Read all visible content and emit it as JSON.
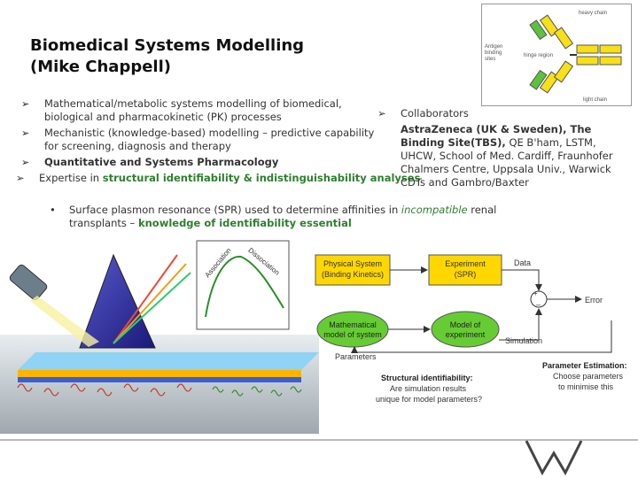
{
  "title": {
    "line1": "Biomedical Systems Modelling",
    "line2": "(Mike Chappell)"
  },
  "bullets": [
    {
      "text": "Mathematical/metabolic systems modelling of biomedical, biological and pharmacokinetic (PK) processes"
    },
    {
      "text_plain": "Mechanistic (knowledge-based) modelling ",
      "text_green": "",
      "text_tail": "– predictive capability for screening, diagnosis and therapy"
    },
    {
      "text": "Quantitative and Systems Pharmacology"
    }
  ],
  "expertise": {
    "pre": "Expertise in ",
    "highlight": "structural identifiability & indistinguishability analyses",
    "sub_pre": "Surface plasmon resonance (SPR) used to determine affinities in ",
    "sub_ital": "incompatible",
    "sub_mid": " renal transplants – ",
    "sub_bold": "knowledge of identifiability essential"
  },
  "collaborators": {
    "heading": "Collaborators",
    "bold_part": "AstraZeneca (UK & Sweden), The Binding Site(TBS),",
    "rest": " QE B'ham, LSTM, UHCW, School of Med. Cardiff, Fraunhofer Chalmers Centre, Uppsala Univ., Warwick CDTs and Gambro/Baxter"
  },
  "antibody_figure": {
    "heavy_chain": "heavy chain",
    "antigen_sites": [
      "Antigen",
      "binding",
      "sites"
    ],
    "hinge_region": "hinge region",
    "light_chain": "light chain"
  },
  "spr_figure": {
    "association": "Association",
    "dissociation": "Dissociation"
  },
  "flow_diagram": {
    "physical_system": [
      "Physical System",
      "(Binding Kinetics)"
    ],
    "experiment": [
      "Experiment",
      "(SPR)"
    ],
    "data": "Data",
    "math_model": [
      "Mathematical",
      "model of system"
    ],
    "model_experiment": [
      "Model of",
      "experiment"
    ],
    "simulation": "Simulation",
    "error": "Error",
    "parameters": "Parameters",
    "structural_title": "Structural identifiability:",
    "structural_text": [
      "Are simulation results",
      "unique for model parameters?"
    ],
    "estimation_title": "Parameter Estimation:",
    "estimation_text": [
      "Choose parameters",
      "to minimise this"
    ],
    "plus": "+",
    "minus": "–"
  },
  "colors": {
    "yellow_box": "#ffd700",
    "green_box": "#66cc33",
    "highlight_green": "#2f7f2f"
  }
}
